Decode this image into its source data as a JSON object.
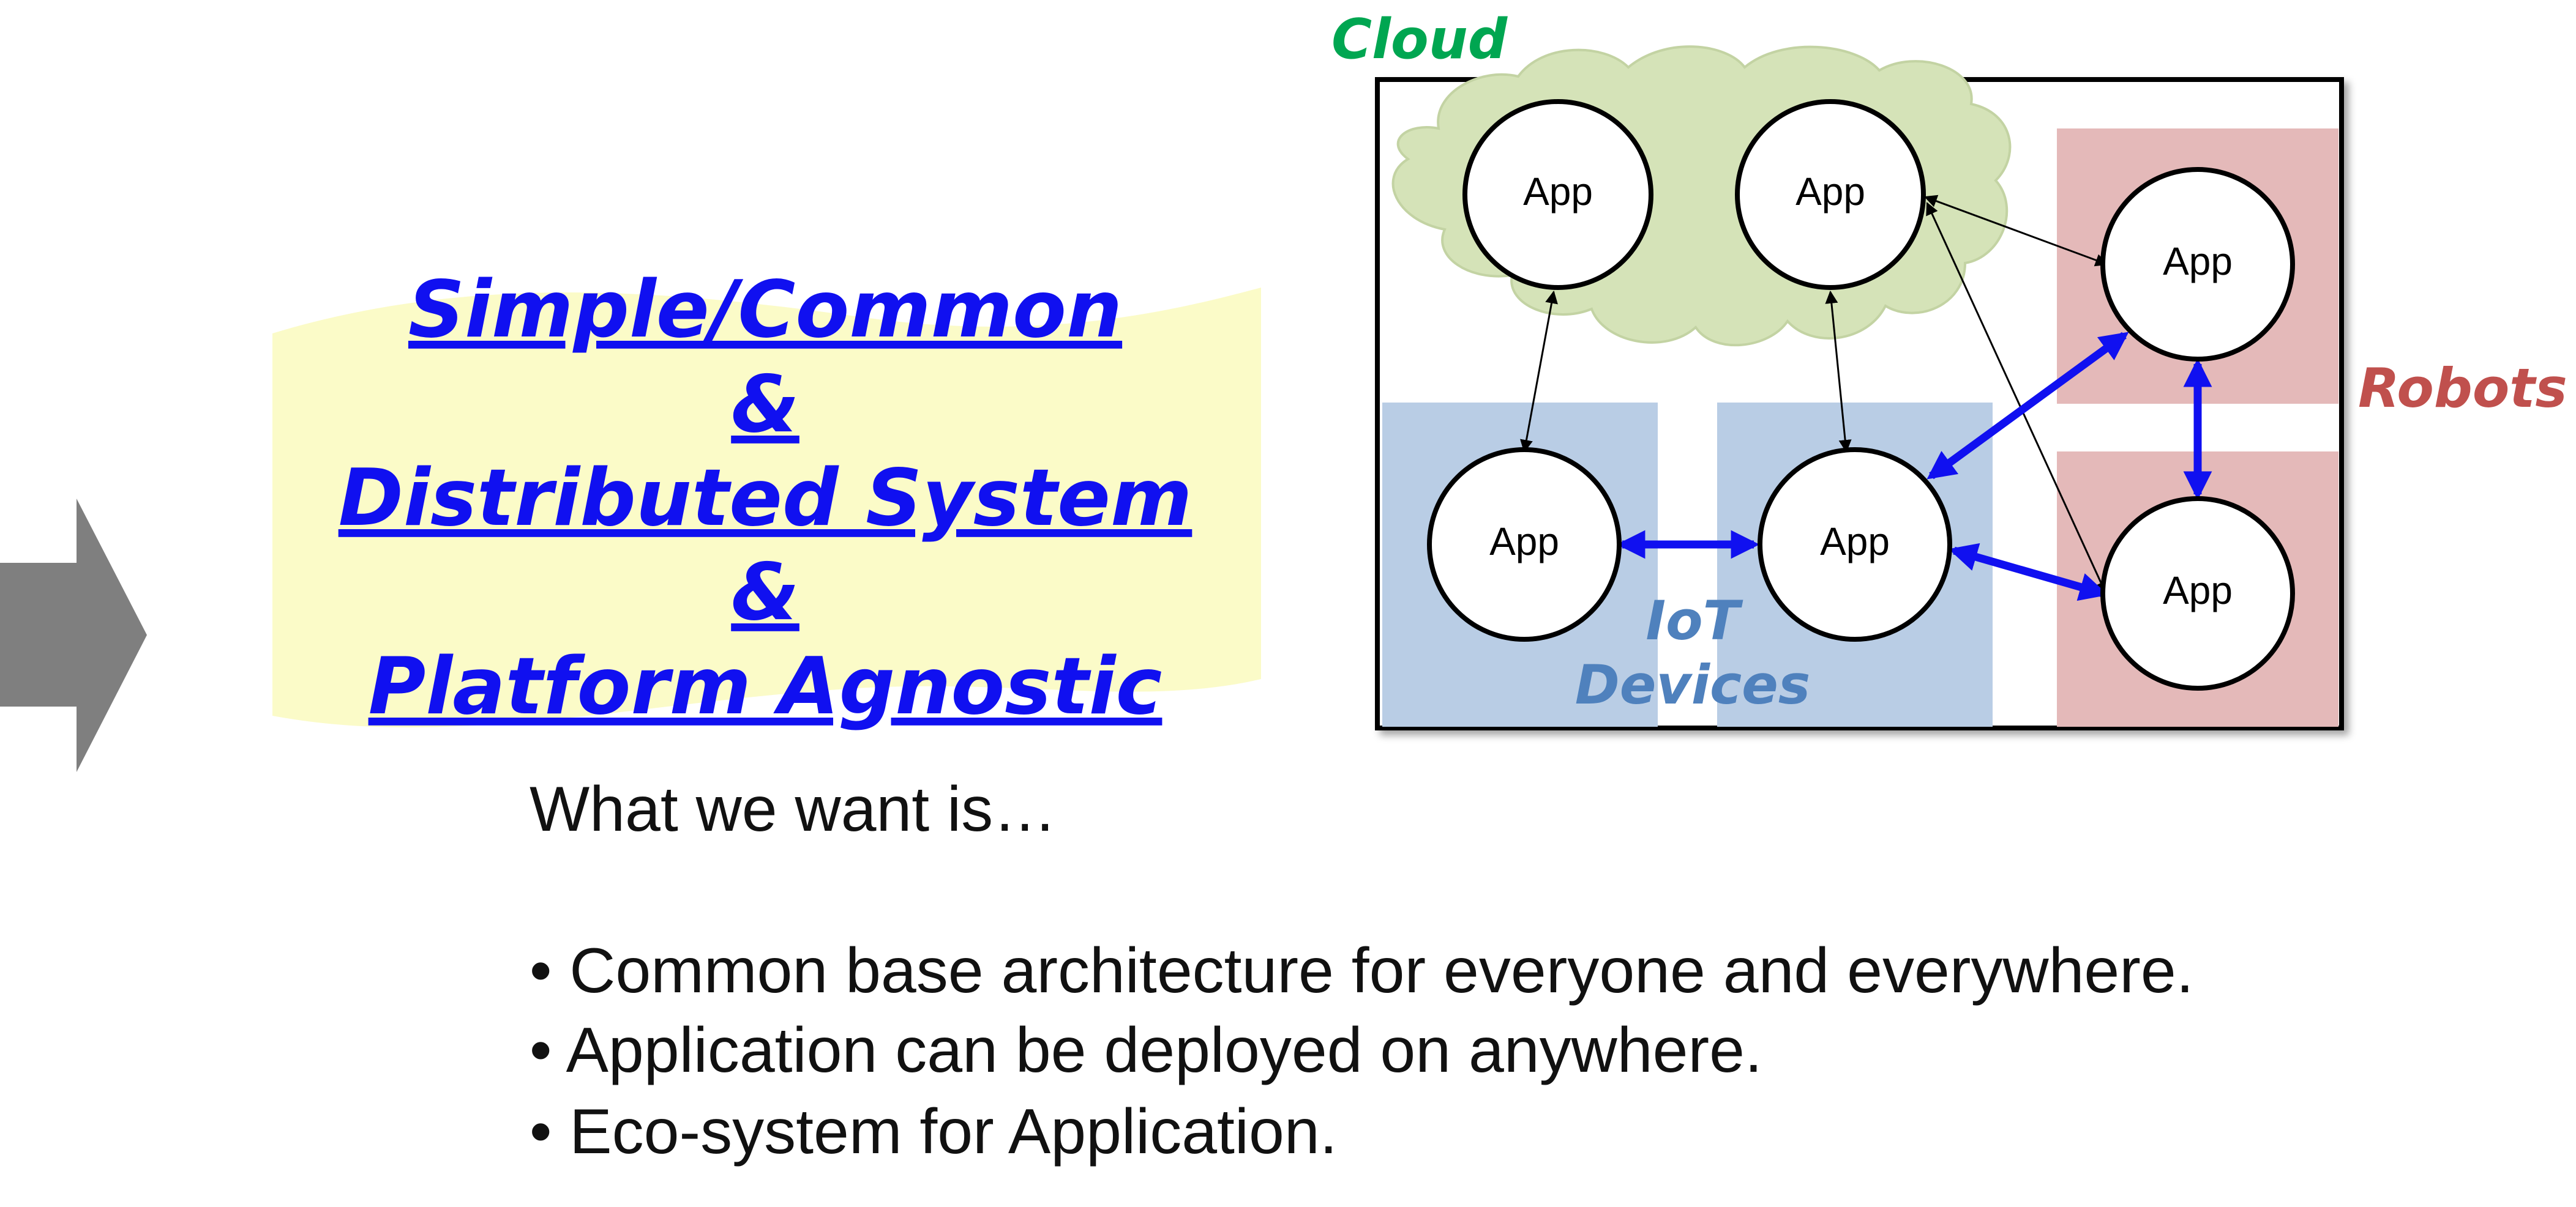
{
  "banner": {
    "lines": [
      "Simple/Common",
      "&",
      "Distributed System",
      "&",
      "Platform Agnostic"
    ],
    "text_color": "#1010f0",
    "background_color": "#fbfbc8"
  },
  "diagram": {
    "regions": {
      "cloud": {
        "label": "Cloud",
        "color": "#00a651",
        "fill": "#d5e3b8"
      },
      "robots": {
        "label": "Robots",
        "color": "#c0504d",
        "fill": "#e4b9b9"
      },
      "iot": {
        "label_line1": "IoT",
        "label_line2": "Devices",
        "color": "#4f81bd",
        "fill": "#b9cde5"
      }
    },
    "nodes": [
      {
        "id": "cloud-app-1",
        "label": "App"
      },
      {
        "id": "cloud-app-2",
        "label": "App"
      },
      {
        "id": "robot-app-1",
        "label": "App"
      },
      {
        "id": "iot-app-1",
        "label": "App"
      },
      {
        "id": "iot-app-2",
        "label": "App"
      },
      {
        "id": "robot-app-2",
        "label": "App"
      }
    ],
    "thin_arrow_color": "#000000",
    "thick_arrow_color": "#1010f0"
  },
  "text": {
    "intro": "What we want is…",
    "bullets": [
      "• Common base architecture for everyone and everywhere.",
      "• Application can be deployed on anywhere.",
      "• Eco-system for Application."
    ]
  },
  "arrow_shape_color": "#7f7f7f"
}
